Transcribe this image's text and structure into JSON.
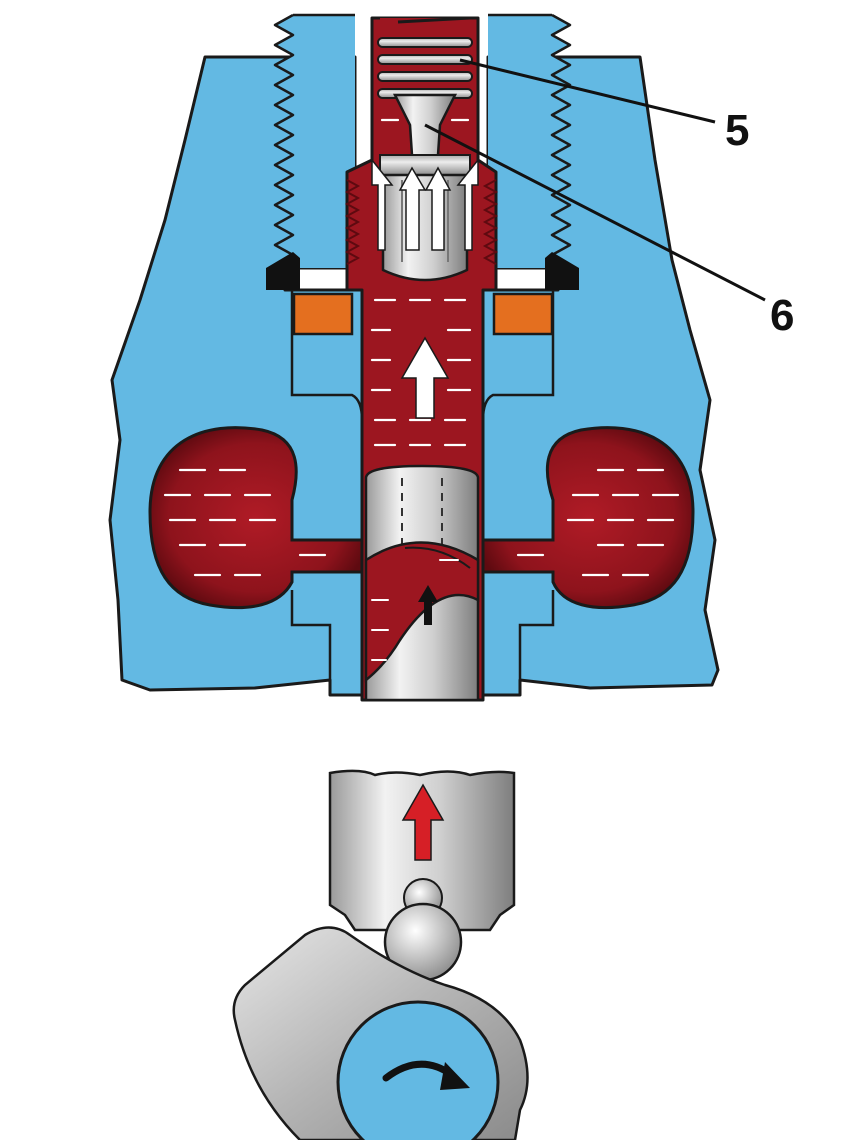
{
  "colors": {
    "housing": "#63b9e3",
    "housing_shadow": "#4ea7d4",
    "fuel": "#9c1620",
    "fuel_dark": "#6e0d14",
    "steel_light": "#eeeeee",
    "steel_mid": "#b9b9b9",
    "steel_dark": "#7a7a7a",
    "gasket": "#e46f1f",
    "seal": "#111111",
    "lift_arrow": "#d61f26",
    "flow_arrow": "#ffffff",
    "outline": "#1a1a1a"
  },
  "callouts": [
    {
      "id": "5",
      "label": "5",
      "target": "delivery-valve-spring"
    },
    {
      "id": "6",
      "label": "6",
      "target": "delivery-valve"
    }
  ],
  "icons": {
    "upward_flow": "arrow-up",
    "plunger_lift": "arrow-up",
    "cam_rotation": "arrow-clockwise"
  }
}
